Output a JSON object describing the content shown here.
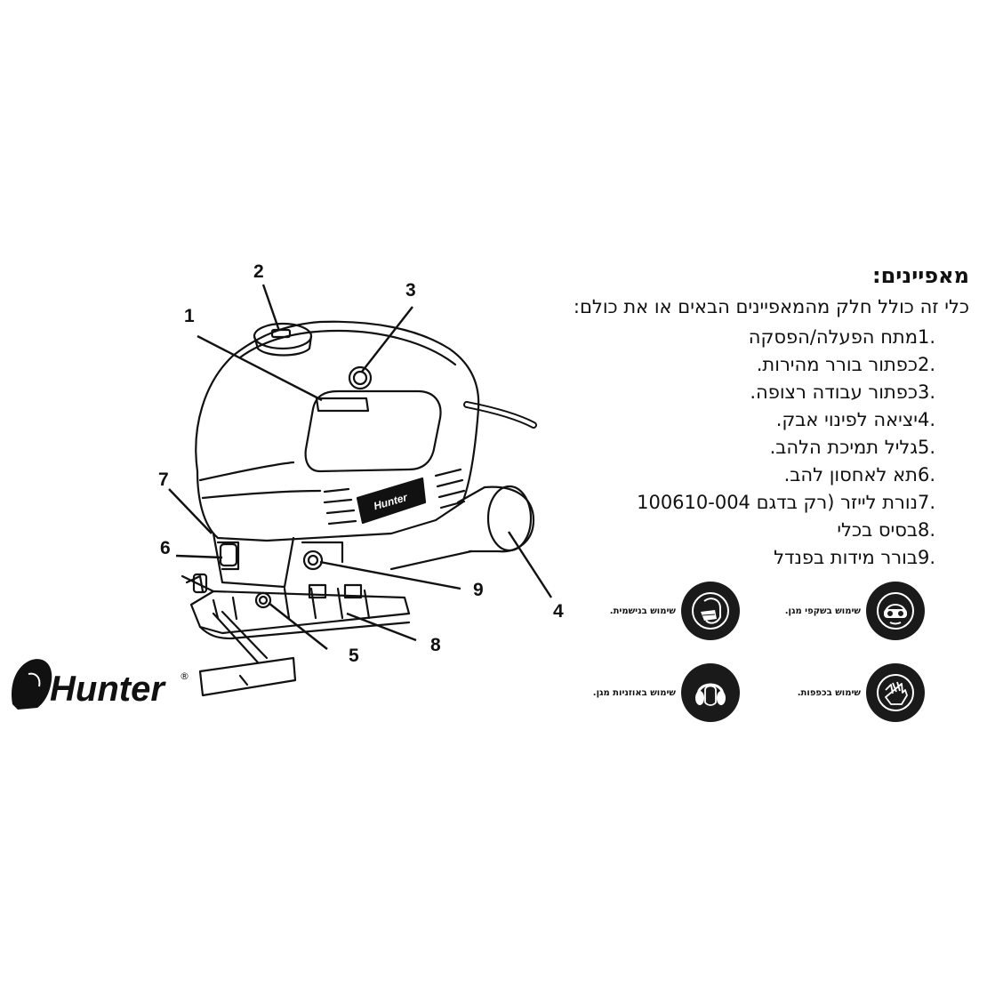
{
  "features": {
    "title": "מאפיינים:",
    "intro": "כלי זה כולל חלק מהמאפיינים הבאים או את כולם:",
    "items": [
      {
        "num": "1.",
        "text": "מתח הפעלה/הפסקה"
      },
      {
        "num": "2.",
        "text": "כפתור בורר מהירות."
      },
      {
        "num": "3.",
        "text": "כפתור עבודה רצופה."
      },
      {
        "num": "4.",
        "text": "יציאה לפינוי אבק."
      },
      {
        "num": "5.",
        "text": "גליל תמיכת הלהב."
      },
      {
        "num": "6.",
        "text": "תא לאחסון להב."
      },
      {
        "num": "7.",
        "text": "נורת לייזר (רק בדגם 100610-004"
      },
      {
        "num": "8.",
        "text": "בסיס בכלי"
      },
      {
        "num": "9.",
        "text": "בורר מידות בפנדל"
      }
    ]
  },
  "safety": {
    "goggles": "שימוש בשקפי מגן.",
    "mask": "שימוש בנישמית.",
    "gloves": "שימוש בכפפות.",
    "earmuffs": "שימוש באוזניות מגן."
  },
  "callouts": [
    "1",
    "2",
    "3",
    "4",
    "5",
    "6",
    "7",
    "8",
    "9"
  ],
  "brand": {
    "logo_text": "Hunter",
    "registered": "®",
    "tool_badge": "Hunter"
  },
  "colors": {
    "ink": "#111111",
    "icon_bg": "#1a1a1a",
    "background": "#ffffff"
  }
}
